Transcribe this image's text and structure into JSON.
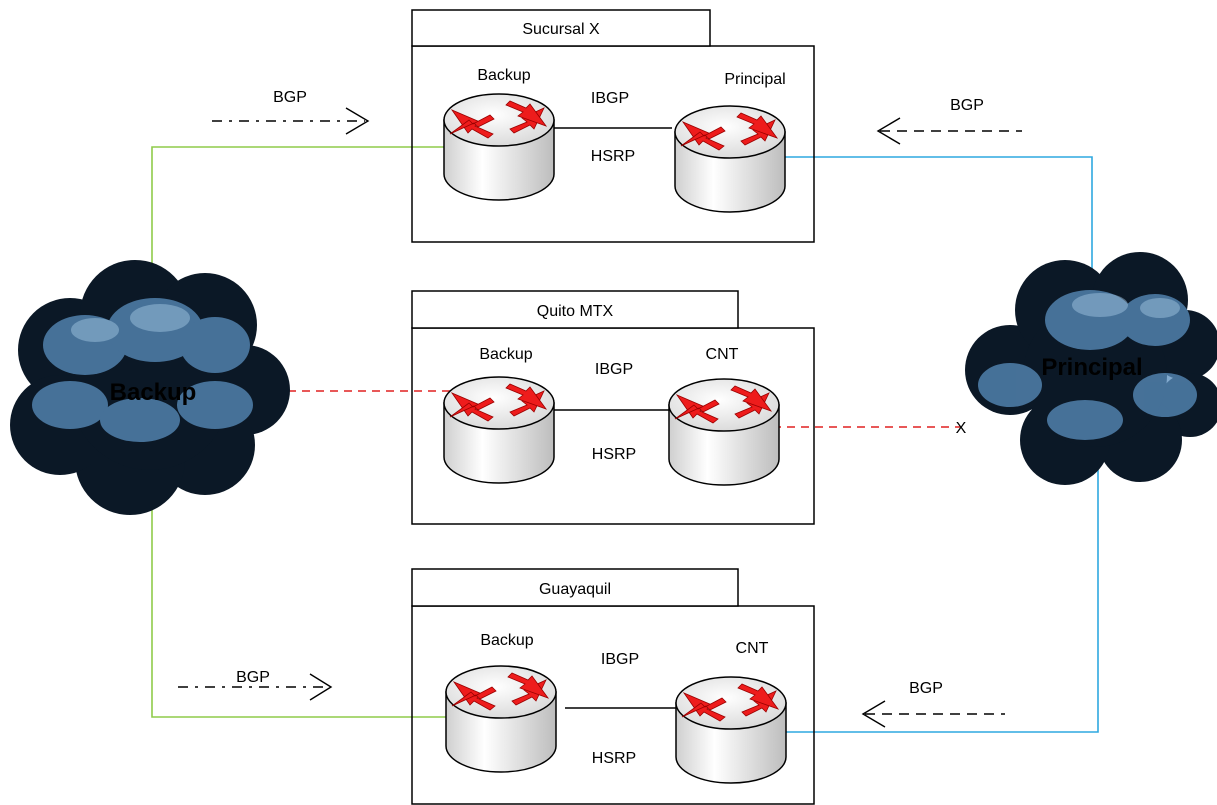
{
  "colors": {
    "backup_link": "#8fcb4a",
    "principal_link": "#2fa8e0",
    "failover_link": "#e02020",
    "router_arrow": "#ee1c1c",
    "cloud_dark": "#0b1826",
    "cloud_light": "#5a8fbf"
  },
  "clouds": {
    "backup": {
      "label": "Backup"
    },
    "principal": {
      "label": "Principal"
    }
  },
  "sites": [
    {
      "title": "Sucursal X",
      "left_router": "Backup",
      "right_router": "Principal",
      "protocol_top": "IBGP",
      "protocol_bottom": "HSRP"
    },
    {
      "title": "Quito MTX",
      "left_router": "Backup",
      "right_router": "CNT",
      "protocol_top": "IBGP",
      "protocol_bottom": "HSRP"
    },
    {
      "title": "Guayaquil",
      "left_router": "Backup",
      "right_router": "CNT",
      "protocol_top": "IBGP",
      "protocol_bottom": "HSRP"
    }
  ],
  "annotations": {
    "bgp_top_left": "BGP",
    "bgp_top_right": "BGP",
    "bgp_bottom_left": "BGP",
    "bgp_bottom_right": "BGP",
    "failure_mark": "X"
  },
  "icons": {
    "router": "router-icon",
    "cloud": "cloud-icon",
    "arrow": "open-arrow-icon"
  }
}
